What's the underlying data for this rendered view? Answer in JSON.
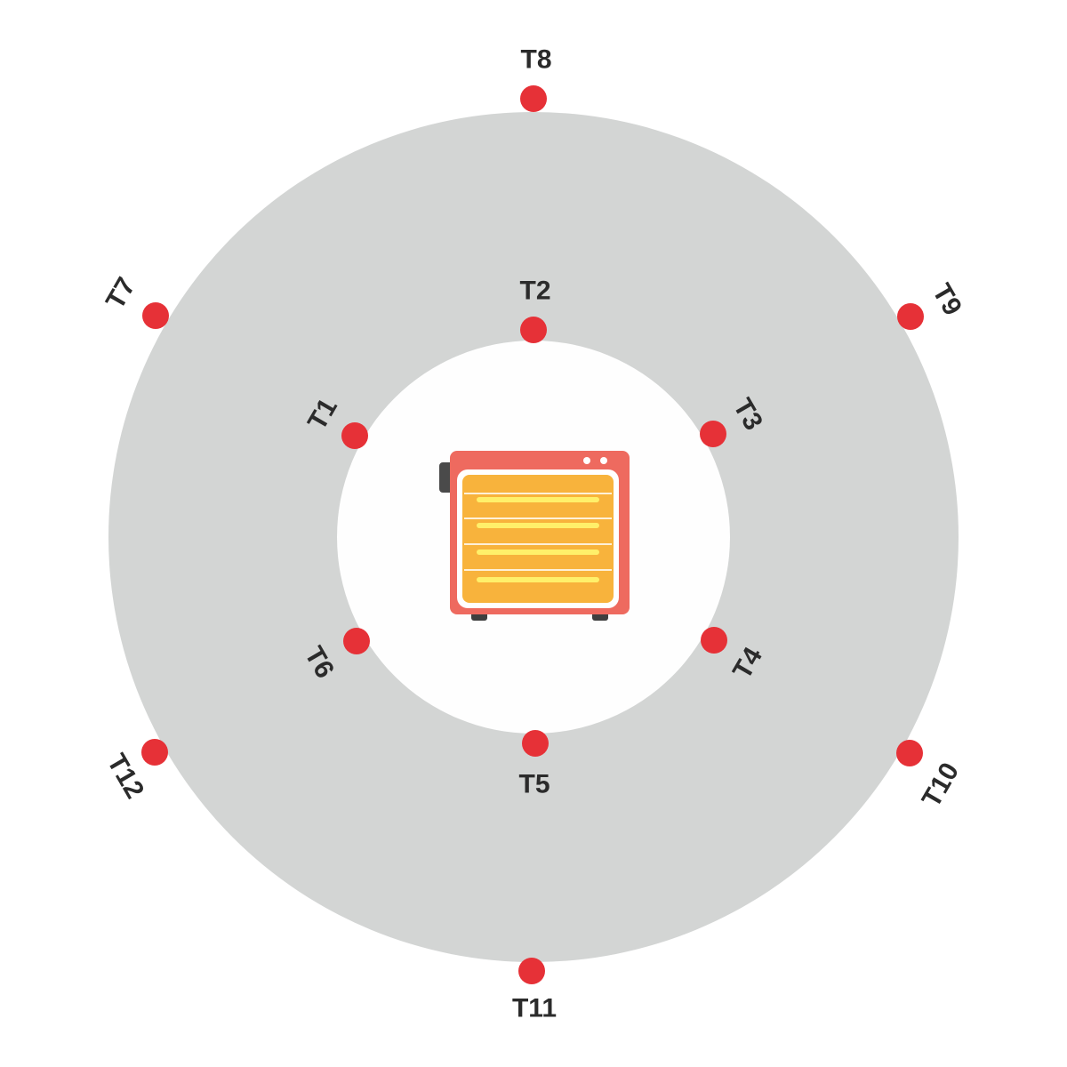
{
  "colors": {
    "outer_ring": "#d3d5d4",
    "inner_area": "#fefefe",
    "sensor": "#e63137",
    "label": "#2b2b2b",
    "heater_body": "#ee6a5f",
    "heater_panel": "#f8b33c",
    "heater_element": "#fff06a",
    "heater_handle": "#4a4a4a"
  },
  "center_icon": "space-heater-icon",
  "sensors": [
    {
      "id": "T1",
      "label": "T1"
    },
    {
      "id": "T2",
      "label": "T2"
    },
    {
      "id": "T3",
      "label": "T3"
    },
    {
      "id": "T4",
      "label": "T4"
    },
    {
      "id": "T5",
      "label": "T5"
    },
    {
      "id": "T6",
      "label": "T6"
    },
    {
      "id": "T7",
      "label": "T7"
    },
    {
      "id": "T8",
      "label": "T8"
    },
    {
      "id": "T9",
      "label": "T9"
    },
    {
      "id": "T10",
      "label": "T10"
    },
    {
      "id": "T11",
      "label": "T11"
    },
    {
      "id": "T12",
      "label": "T12"
    }
  ]
}
